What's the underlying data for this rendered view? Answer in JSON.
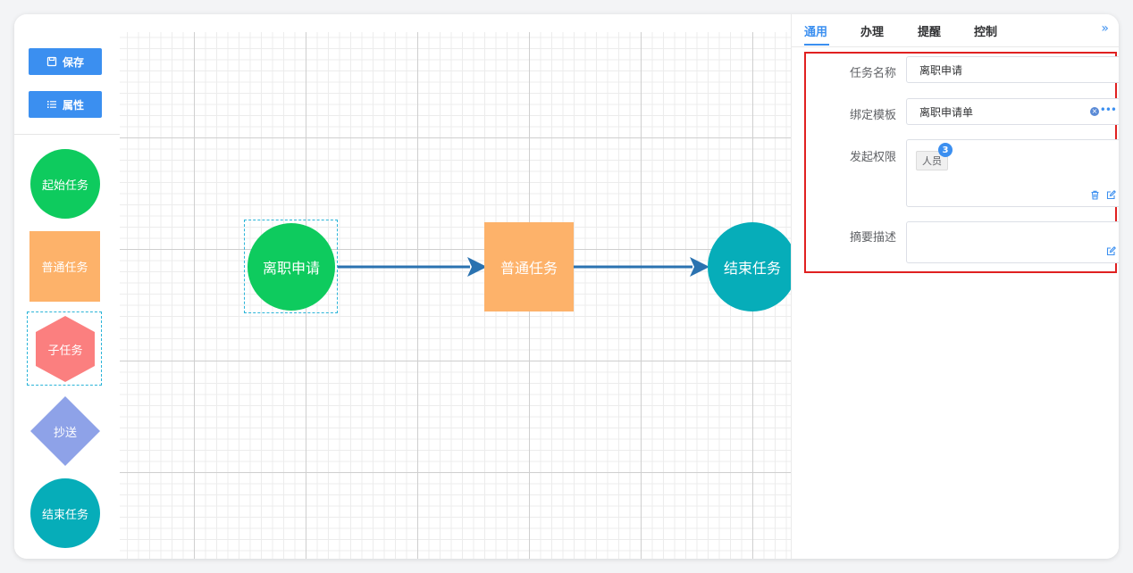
{
  "palette": {
    "save_label": "保存",
    "props_label": "属性",
    "shapes": [
      {
        "label": "起始任务",
        "color": "#0ecb5e"
      },
      {
        "label": "普通任务",
        "color": "#fdb26a"
      },
      {
        "label": "子任务",
        "color": "#fb7f7f"
      },
      {
        "label": "抄送",
        "color": "#8ea2e8"
      },
      {
        "label": "结束任务",
        "color": "#06adb9"
      }
    ]
  },
  "canvas": {
    "nodes": [
      {
        "label": "离职申请",
        "color": "#0ecb5e",
        "shape": "circle"
      },
      {
        "label": "普通任务",
        "color": "#fdb26a",
        "shape": "rect"
      },
      {
        "label": "结束任务",
        "color": "#06adb9",
        "shape": "circle"
      }
    ],
    "edge_color": "#2a72b0"
  },
  "panel": {
    "tabs": [
      "通用",
      "办理",
      "提醒",
      "控制"
    ],
    "active_tab": "通用",
    "fields": {
      "task_name_label": "任务名称",
      "task_name_value": "离职申请",
      "template_label": "绑定模板",
      "template_value": "离职申请单",
      "permission_label": "发起权限",
      "permission_tag": "人员",
      "permission_count": "3",
      "summary_label": "摘要描述",
      "summary_value": ""
    }
  },
  "colors": {
    "accent": "#3b8ff0",
    "highlight_border": "#e02020",
    "selection": "#2ab4d8"
  }
}
